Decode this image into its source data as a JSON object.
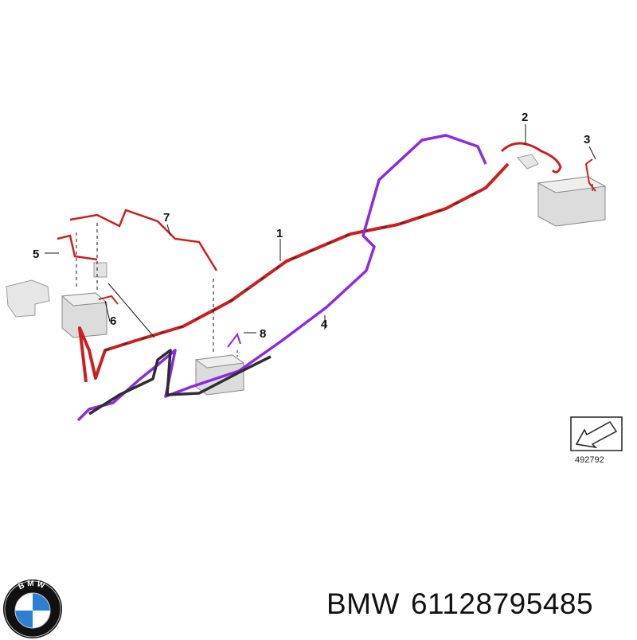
{
  "diagram": {
    "callouts": [
      "1",
      "2",
      "3",
      "4",
      "5",
      "6",
      "7",
      "8"
    ],
    "reference_number": "492792",
    "colors": {
      "main_cable": "#cc1f1f",
      "secondary_cable": "#8a2be2",
      "ground_cable": "#2e2e2e",
      "battery": "#dcdcdc",
      "leader_line": "#111111"
    }
  },
  "footer": {
    "brand": "BMW",
    "part_number": "61128795485"
  },
  "logo": {
    "icon": "bmw-roundel-icon",
    "letters": "BMW",
    "colors": {
      "ring": "#111111",
      "blue": "#2c7fd1",
      "white": "#ffffff"
    }
  }
}
